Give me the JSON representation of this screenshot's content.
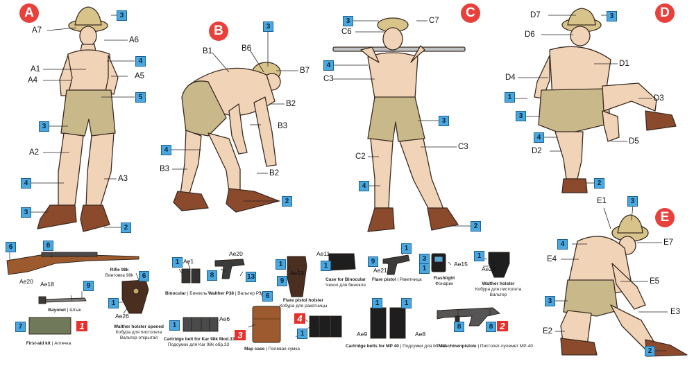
{
  "figures": [
    {
      "letter": "A"
    },
    {
      "letter": "B"
    },
    {
      "letter": "C"
    },
    {
      "letter": "D"
    },
    {
      "letter": "E"
    }
  ],
  "labels": {
    "a": {
      "a7": "A7",
      "a6": "A6",
      "a1": "A1",
      "a5": "A5",
      "a4": "A4",
      "a2": "A2",
      "a3": "A3"
    },
    "b": {
      "b1": "B1",
      "b6": "B6",
      "b7": "B7",
      "b2a": "B2",
      "b3a": "B3",
      "b3b": "B3",
      "b2b": "B2"
    },
    "c": {
      "c7": "C7",
      "c6": "C6",
      "c3a": "C3",
      "c3b": "C3",
      "c2": "C2"
    },
    "d": {
      "d7": "D7",
      "d6": "D6",
      "d1": "D1",
      "d4": "D4",
      "d3": "D3",
      "d2": "D2",
      "d5": "D5"
    },
    "e": {
      "e1": "E1",
      "e7": "E7",
      "e4": "E4",
      "e5": "E5",
      "e3": "E3",
      "e2": "E2"
    }
  },
  "color_codes": {
    "a": [
      "3",
      "4",
      "5",
      "3",
      "4",
      "3",
      "2"
    ],
    "b": [
      "3",
      "4",
      "2"
    ],
    "c": [
      "3",
      "4",
      "3",
      "4",
      "2"
    ],
    "d": [
      "3",
      "1",
      "3",
      "4",
      "2"
    ],
    "e": [
      "3",
      "4",
      "3",
      "2"
    ]
  },
  "equipment": {
    "rifle": {
      "part": "Ae20",
      "codes": [
        "6",
        "8"
      ],
      "name": "Rifle 98k",
      "name_ru": "Винтовка 98k"
    },
    "bayonet": {
      "part": "Ae18",
      "code": "9",
      "name": "Bayonet",
      "name_ru": "Штык"
    },
    "holster_open": {
      "part": "Ae26",
      "codes": [
        "6",
        "1"
      ],
      "name": "Walther holster opened",
      "name_ru": "Кобура для пистолета Вальтер открытая"
    },
    "first_aid": {
      "codes": [
        "7"
      ],
      "red": "1",
      "name": "First-aid kit",
      "name_ru": "Аптечка"
    },
    "binocular": {
      "part": "Ae1",
      "code": "1",
      "name": "Binocular",
      "name_ru": "Бинокль"
    },
    "p38": {
      "part": "Ae20",
      "codes": [
        "8",
        "13"
      ],
      "name": "Walther P38",
      "name_ru": "Вальтер P38"
    },
    "cartridge_98k": {
      "part": "Ae6",
      "code": "1",
      "name": "Cartridge belt for Kar 98k Mod.33",
      "name_ru": "Подсумок для Kar 98k обр.33"
    },
    "map_case": {
      "code": "6",
      "red": "3",
      "name": "Map case",
      "name_ru": "Полевая сумка"
    },
    "flare_holster": {
      "part": "Ae19",
      "codes": [
        "1",
        "9"
      ],
      "name": "Flare pistol holster",
      "name_ru": "Кобура для ракетницы"
    },
    "mp40_belt_small": {
      "red": "4",
      "code": "1"
    },
    "binocular_case": {
      "part": "Ae11",
      "code": "1",
      "name": "Case for Binocular",
      "name_ru": "Чехол для бинокля"
    },
    "flare_pistol": {
      "part": "Ae21",
      "codes": [
        "1",
        "9"
      ],
      "name": "Flare pistol",
      "name_ru": "Ракетница"
    },
    "flashlight": {
      "part": "Ae15",
      "codes": [
        "3",
        "1"
      ],
      "name": "Flashlight",
      "name_ru": "Фонарик"
    },
    "walther_holster": {
      "part": "Ae24",
      "code": "1",
      "name": "Walther holster",
      "name_ru": "Кобура для пистолета Вальтер"
    },
    "mp40_cartridge": {
      "parts": [
        "Ae9",
        "Ae8"
      ],
      "codes": [
        "1",
        "1"
      ],
      "name": "Cartridge belts for MP 40",
      "name_ru": "Подсумки для MP-40"
    },
    "mp40": {
      "codes": [
        "8",
        "8"
      ],
      "red": "2",
      "name": "Maschinenpistole",
      "name_ru": "Пистолет-пулемет MP-40"
    }
  },
  "colors": {
    "skin": "#f1d3b8",
    "shorts": "#c9b98a",
    "boots": "#8c4a2c",
    "helmet": "#d8c48a",
    "box": "#4aa8e0",
    "red": "#e8403b"
  }
}
